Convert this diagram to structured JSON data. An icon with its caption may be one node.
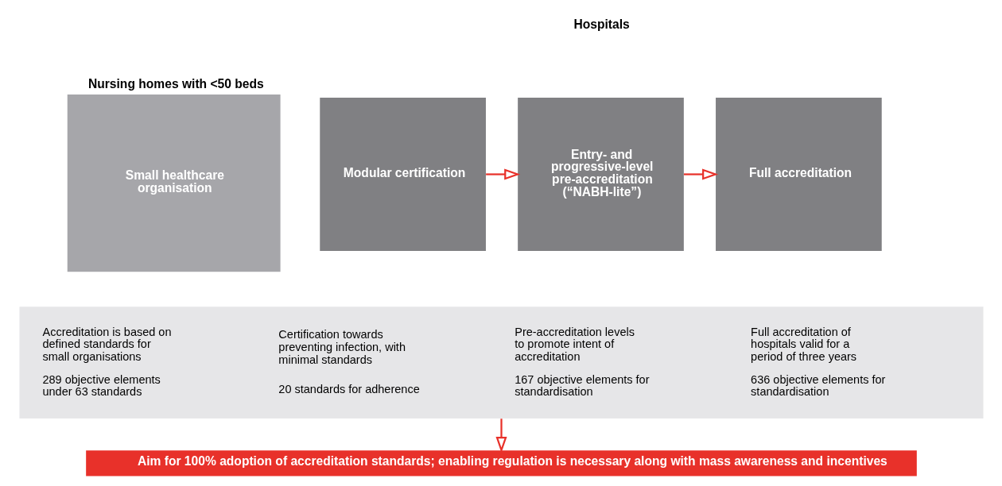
{
  "diagram": {
    "nodes": [
      {
        "text": [
          "Nursing homes with <50 beds",
          "Small healthcare organisation"
        ]
      },
      {
        "text": [
          "Modular certification"
        ]
      },
      {
        "text": [
          "Entry- and progressive-level pre-accreditation (“NABH-lite”)"
        ]
      },
      {
        "text": [
          "Full accreditation"
        ]
      },
      {
        "text": [
          "Accreditation is based on defined standards for small organisations",
          "289 objective elements under 63 standards",
          "Certification towards preventing infection, with minimal standards",
          "20 standards for adherence",
          "Pre-accreditation levels to promote intent of accreditation",
          "167 objective elements for standardisation",
          "Full accreditation of hospitals valid for a period of three years",
          "636 objective elements for standardisation"
        ]
      },
      {
        "text": [
          "Aim for 100% adoption of accreditation standards; enabling regulation is necessary along with mass awareness and incentives"
        ]
      }
    ],
    "edges": [
      {
        "from": 1,
        "to": 2,
        "arrow": "to"
      },
      {
        "from": 2,
        "to": 3,
        "arrow": "to"
      },
      {
        "from": 4,
        "to": 5,
        "arrow": "to"
      }
    ],
    "labels": [
      "Hospitals"
    ]
  }
}
